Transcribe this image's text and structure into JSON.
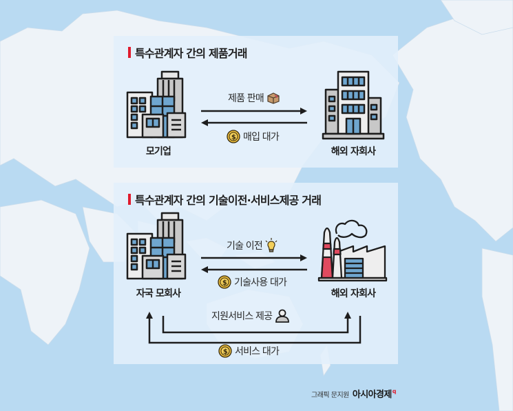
{
  "colors": {
    "ocean": "#b9daf2",
    "land": "#eef3f8",
    "panel": "#e2effb",
    "accent_red": "#e01b2d",
    "window_blue": "#6fa6cf",
    "building_gray": "#c8c8c8",
    "factory_red": "#e04a5f",
    "coin_gold": "#e7b93b"
  },
  "panels": [
    {
      "title": "특수관계자 간의 제품거래",
      "left_entity": {
        "label": "모기업",
        "icon": "office-buildings-icon"
      },
      "right_entity": {
        "label": "해외 자회사",
        "icon": "office-building-icon"
      },
      "flows": [
        {
          "label": "제품 판매",
          "direction": "right",
          "icon": "package-box-icon"
        },
        {
          "label": "매입 대가",
          "direction": "left",
          "icon": "dollar-coin-icon"
        }
      ]
    },
    {
      "title": "특수관계자 간의 기술이전·서비스제공 거래",
      "left_entity": {
        "label": "자국 모회사",
        "icon": "office-buildings-icon"
      },
      "right_entity": {
        "label": "해외 자회사",
        "icon": "factory-icon"
      },
      "flows": [
        {
          "label": "기술 이전",
          "direction": "right",
          "icon": "lightbulb-icon"
        },
        {
          "label": "기술사용 대가",
          "direction": "left",
          "icon": "dollar-coin-icon"
        },
        {
          "label": "지원서비스 제공",
          "direction": "right",
          "icon": "person-icon"
        },
        {
          "label": "서비스 대가",
          "direction": "left",
          "icon": "dollar-coin-icon"
        }
      ]
    }
  ],
  "credit": {
    "text": "그래픽 문지원",
    "brand": "아시아경제",
    "brand_mark": "q"
  }
}
